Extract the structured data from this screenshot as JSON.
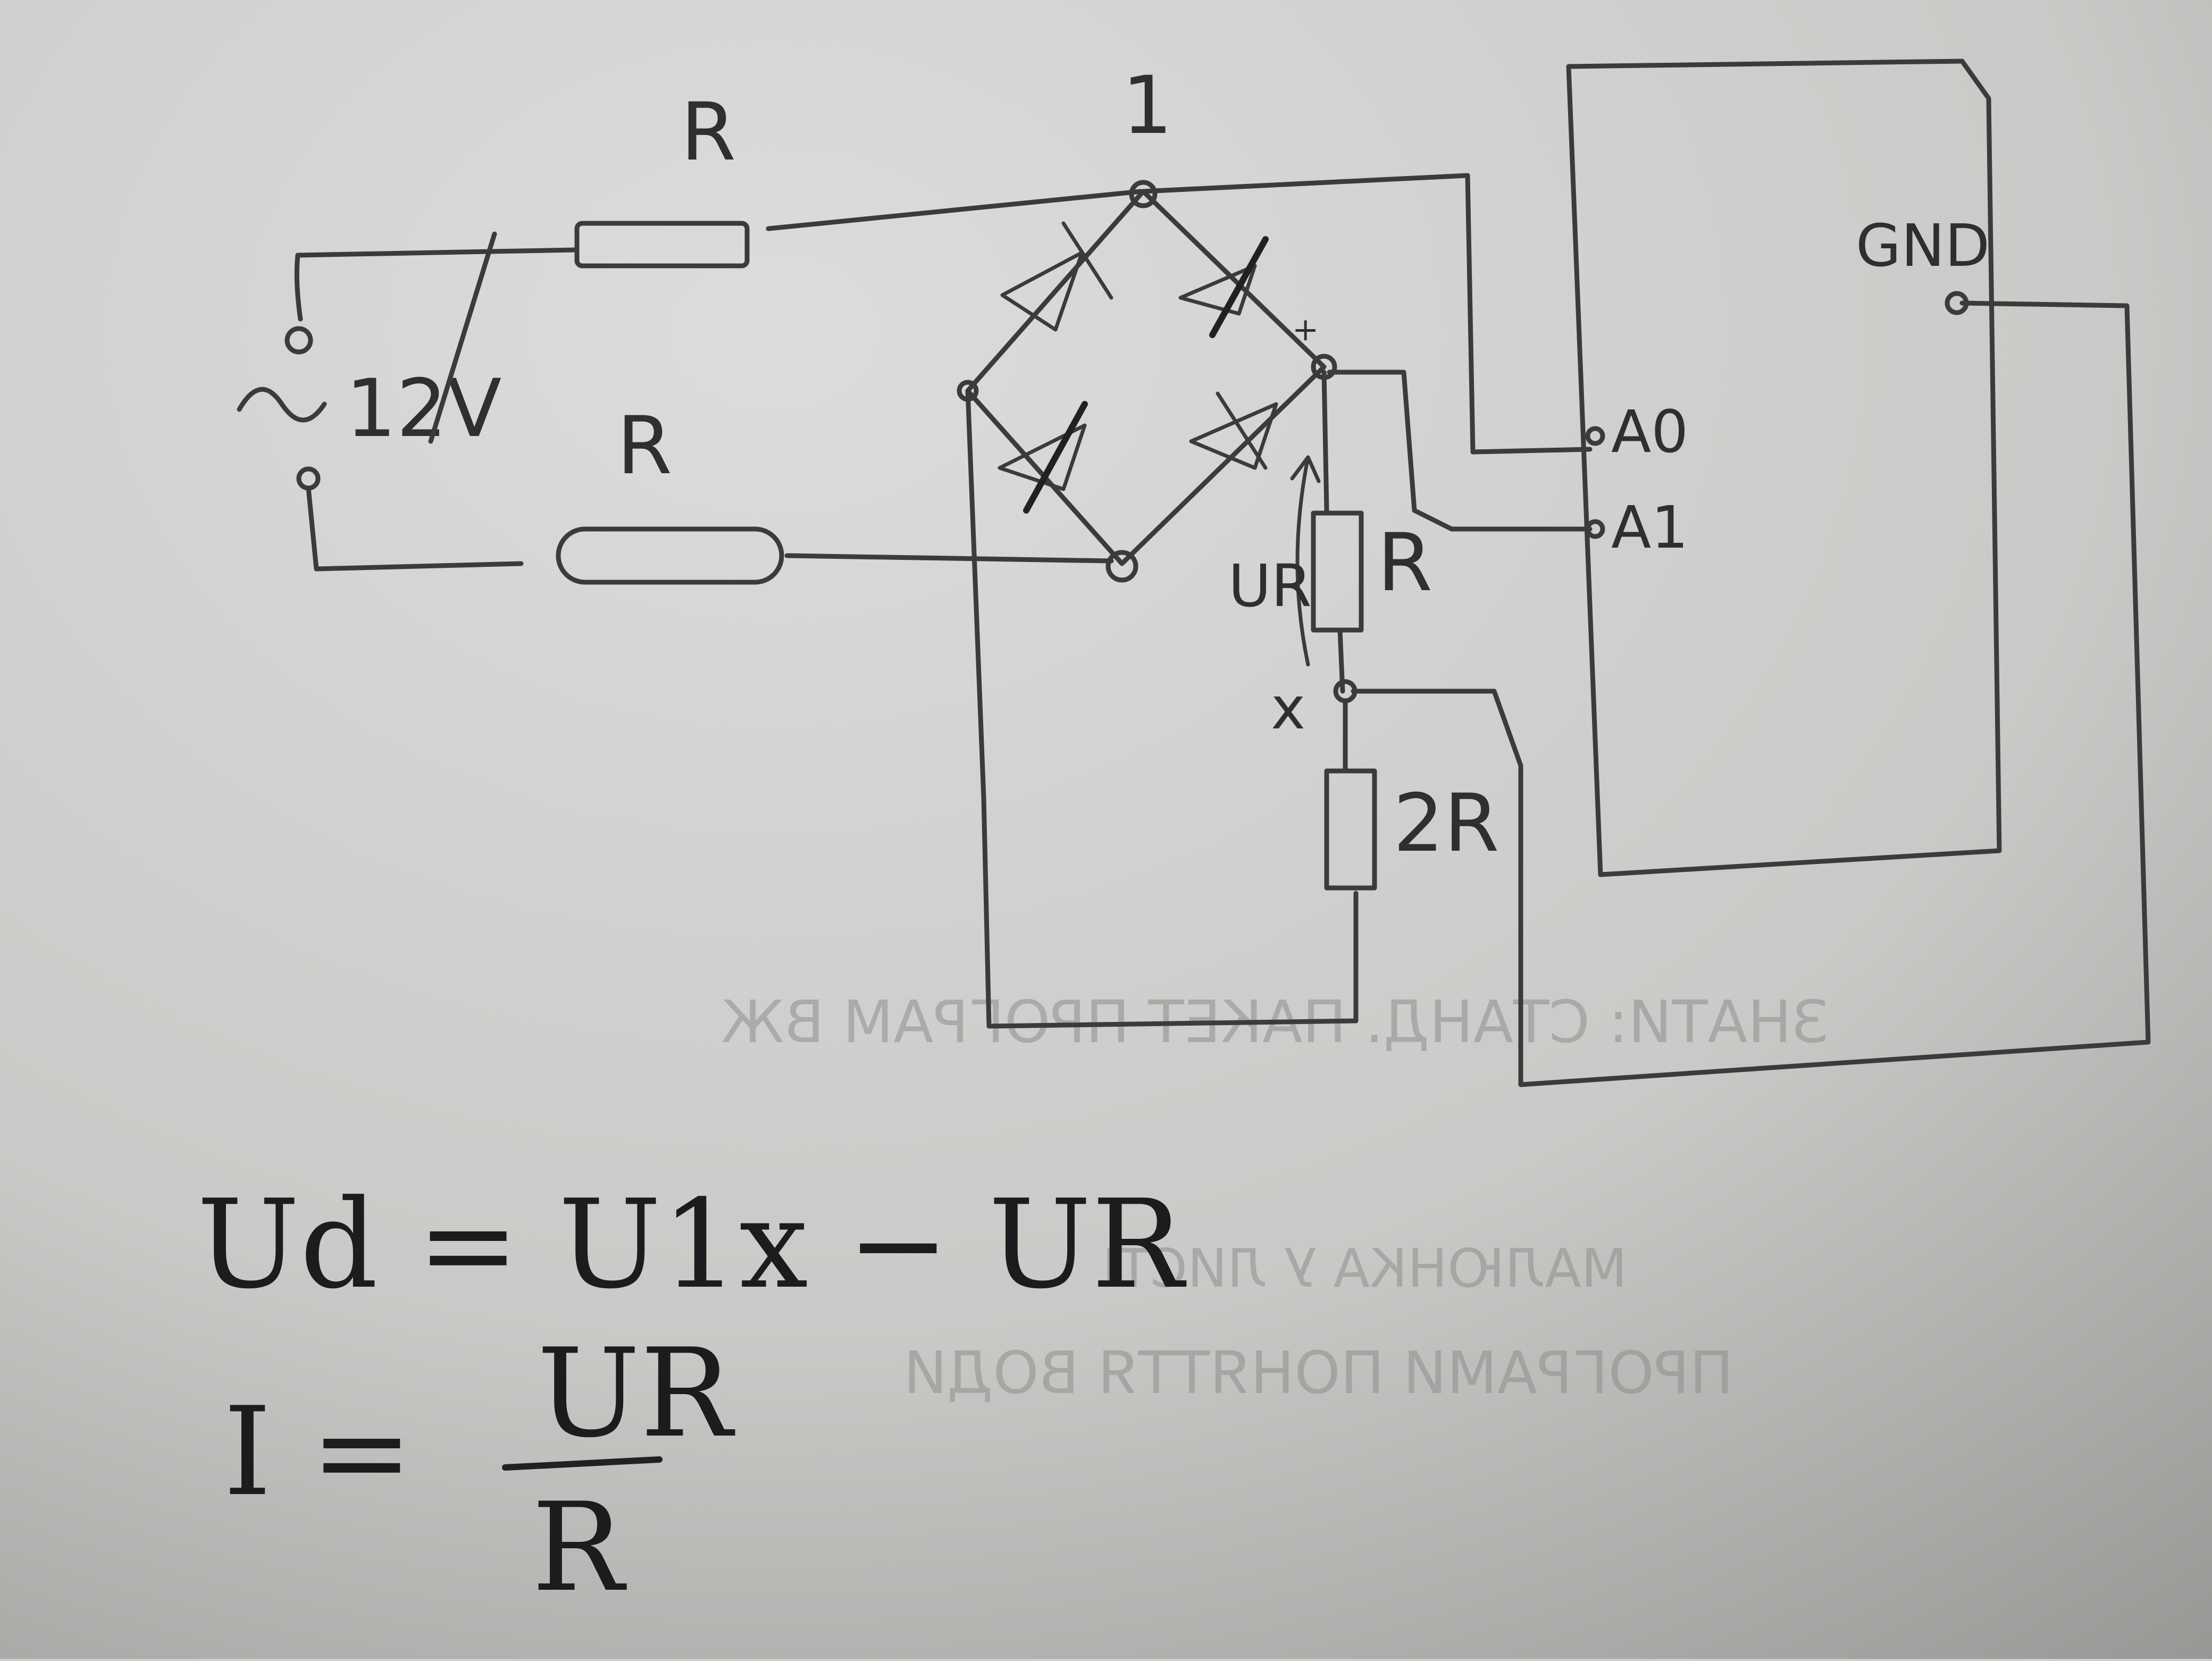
{
  "labels": {
    "source_voltage": "12V",
    "source_symbol": "~",
    "top_resistor": "R",
    "bottom_resistor": "R",
    "node_1": "1",
    "plus_mark": "+",
    "sense_resistor": "R",
    "sense_voltage": "UR",
    "node_x": "x",
    "divider_resistor": "2R",
    "pin_gnd": "GND",
    "pin_a0": "A0",
    "pin_a1": "A1"
  },
  "equations": {
    "line1": "Ud = U1x − UR",
    "line2_left": "I =",
    "line2_numerator": "UR",
    "line2_denominator": "R"
  },
  "ghost_text": {
    "line1": "ЗНАТИ: СТАНД. ПАКЕТ ПРОГРАМ ВЖ",
    "line2": "МАЛЮНКА У ЛИСТІ",
    "line3": "ПРОГРАМИ ПОНЯТТЯ ВОДИ"
  },
  "colors": {
    "paper": "#cfd0cd",
    "ink": "#3a3b3d",
    "dark_ink": "#1b1c1e"
  }
}
